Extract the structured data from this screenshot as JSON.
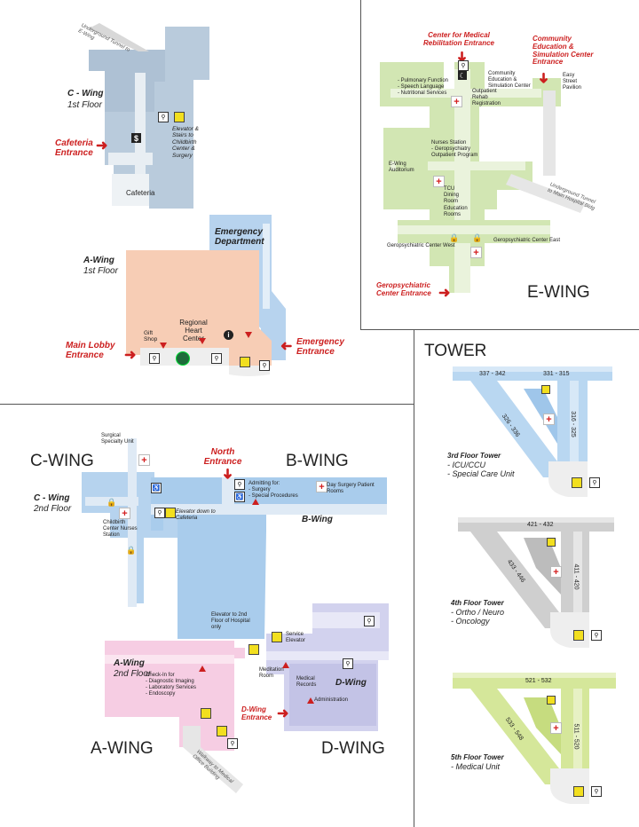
{
  "colors": {
    "c_wing": "#b9cbdc",
    "c_wing_dark": "#a7bccf",
    "a_wing_1": "#f7cdb5",
    "emergency": "#b7d3ee",
    "e_wing": "#d2e6b3",
    "tower_3": "#b9d7f1",
    "tower_4": "#cfcfcf",
    "tower_5": "#d5e79a",
    "b_wing": "#a9ccec",
    "c_wing_2": "#b6d3ee",
    "a_wing_2": "#f6cde3",
    "d_wing": "#d2d2ee",
    "arrow": "#cc1f1f",
    "elevator": "#f2df1f"
  },
  "first_floor": {
    "tunnel_label": "Underground Tunnel to E-Wing",
    "c_wing_title": "C - Wing",
    "c_wing_floor": "1st Floor",
    "cafeteria_entrance": "Cafeteria Entrance",
    "elevator_label": "Elevator & Stairs to Childbirth Center & Surgery",
    "cafeteria": "Cafeteria",
    "emergency_dept": "Emergency Department",
    "a_wing_title": "A-Wing",
    "a_wing_floor": "1st Floor",
    "heart_center": "Regional Heart Center",
    "gift_shop": "Gift Shop",
    "main_lobby": "Main Lobby Entrance",
    "emergency_entrance": "Emergency Entrance"
  },
  "e_wing": {
    "rehab_entrance": "Center for Medical Rebilitation Entrance",
    "community_entrance": "Community Education & Simulation Center Entrance",
    "pulmonary": "- Pulmonary Function\n- Speech Language\n- Nutritional Services",
    "community_center": "Community Education & Simulation Center",
    "easy_street": "Easy Street Pavilion",
    "outpatient_rehab": "Outpatient Rehab Registration",
    "nurses_station": "Nurses Station\n- Geropsychiatry Outpatient Program",
    "auditorium": "E-Wing Auditorium",
    "tcu_dining": "TCU Dining Room",
    "education_rooms": "Education Rooms",
    "tunnel": "Underground Tunnel to Main Hospital Bldg",
    "gero_west": "Geropsychiatric Center West",
    "gero_east": "Geropsychiatric Center East",
    "gero_entrance": "Geropsychiatric Center Entrance",
    "title": "E-WING"
  },
  "tower": {
    "title": "TOWER",
    "floor3": {
      "range_left": "337 - 342",
      "range_right": "331 - 315",
      "range_diag": "326 - 336",
      "range_vert": "316 - 325",
      "name": "3rd Floor Tower",
      "units": "- ICU/CCU\n- Special Care Unit"
    },
    "floor4": {
      "range_top": "421 - 432",
      "range_diag": "433 - 446",
      "range_vert": "411 - 420",
      "name": "4th Floor Tower",
      "units": "- Ortho / Neuro\n- Oncology"
    },
    "floor5": {
      "range_top": "521 - 532",
      "range_diag": "533 - 548",
      "range_vert": "511 - 520",
      "name": "5th Floor Tower",
      "units": "- Medical Unit"
    }
  },
  "second_floor": {
    "c_wing_big": "C-WING",
    "b_wing_big": "B-WING",
    "a_wing_big": "A-WING",
    "d_wing_big": "D-WING",
    "surgical_unit": "Surgical Specialty Unit",
    "north_entrance": "North Entrance",
    "c_wing_title": "C - Wing",
    "c_wing_floor": "2nd Floor",
    "admitting": "Admitting for:\n- Surgery\n- Special Procedures",
    "day_surgery": "Day Surgery Patient Rooms",
    "elevator_cafeteria": "Elevator down to Cafeteria",
    "b_wing_label": "B-Wing",
    "childbirth": "Childbirth Center Nurses Station",
    "elevator_2nd": "Elevator to 2nd Floor of Hospital only",
    "service_elevator": "Service Elevator",
    "a_wing_title": "A-Wing",
    "a_wing_floor": "2nd Floor",
    "checkin": "Check-In for\n- Diagnostic Imaging\n- Laboratory Services\n- Endoscopy",
    "meditation": "Meditation Room",
    "medical_records": "Medical Records",
    "d_wing_label": "D-Wing",
    "administration": "Administration",
    "d_wing_entrance": "D-Wing Entrance",
    "walkway": "Walkway to Medical Office Building"
  }
}
